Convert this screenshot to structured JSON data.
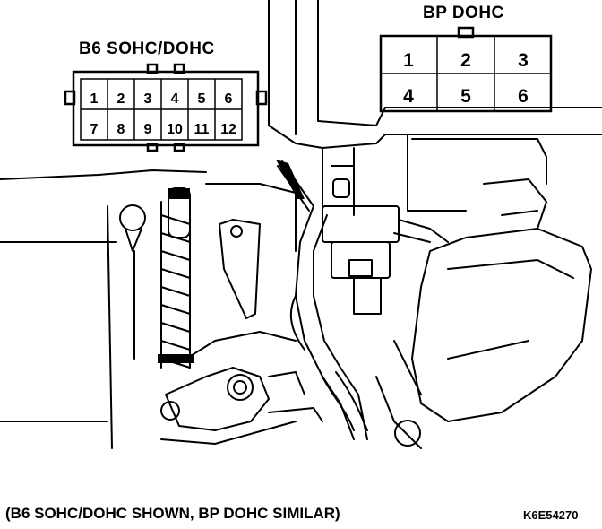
{
  "labels": {
    "b6_connector": "B6 SOHC/DOHC",
    "bp_connector": "BP DOHC",
    "caption": "(B6 SOHC/DOHC SHOWN, BP DOHC SIMILAR)",
    "figure_code": "K6E54270"
  },
  "b6_pins": {
    "top": [
      "1",
      "2",
      "3",
      "4",
      "5",
      "6"
    ],
    "bottom": [
      "7",
      "8",
      "9",
      "10",
      "11",
      "12"
    ]
  },
  "bp_pins": {
    "top": [
      "1",
      "2",
      "3"
    ],
    "bottom": [
      "4",
      "5",
      "6"
    ]
  },
  "colors": {
    "ink": "#000000",
    "paper": "#ffffff"
  }
}
